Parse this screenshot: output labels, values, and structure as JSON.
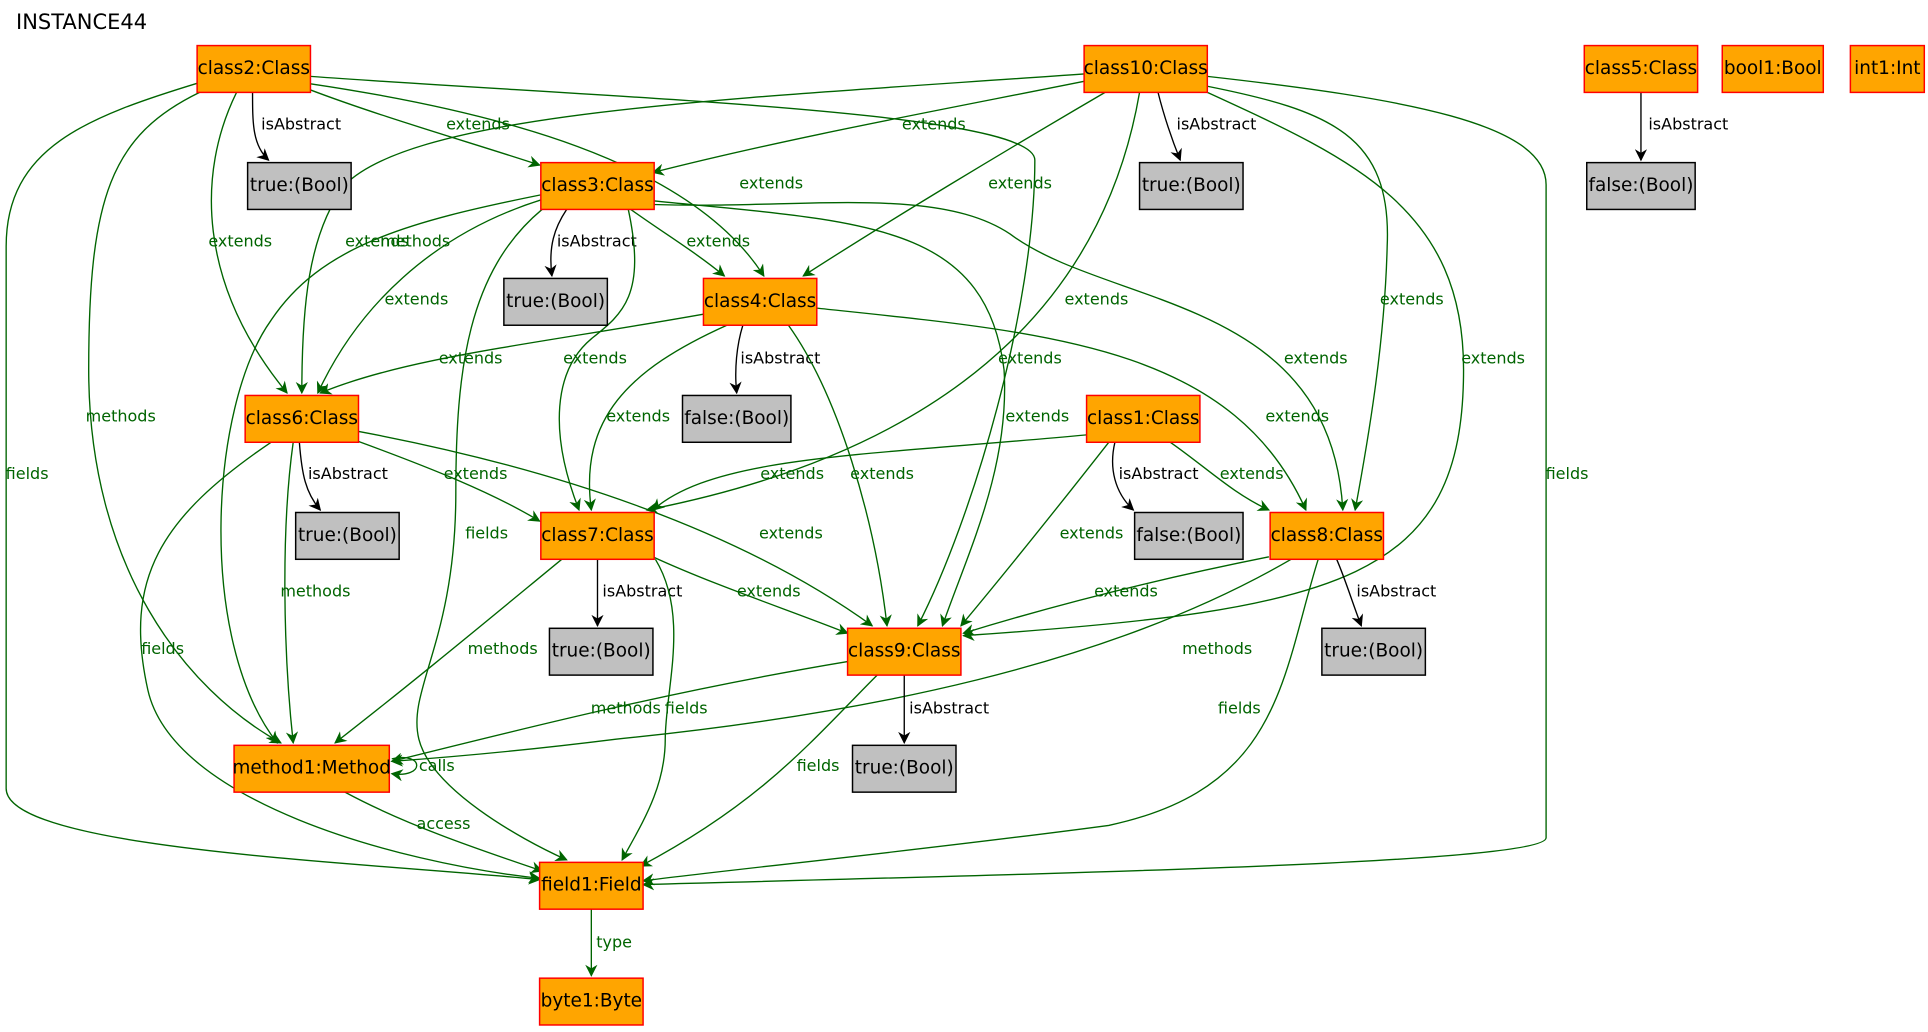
{
  "title": "INSTANCE44",
  "colors": {
    "object_fill": "#ffa500",
    "object_border": "#ff0000",
    "value_fill": "#c0c0c0",
    "value_border": "#000000",
    "reference_edge": "#006400",
    "attribute_edge": "#000000"
  },
  "nodes": [
    {
      "id": "class2",
      "label": "class2:Class",
      "kind": "object"
    },
    {
      "id": "class10",
      "label": "class10:Class",
      "kind": "object"
    },
    {
      "id": "class5",
      "label": "class5:Class",
      "kind": "object"
    },
    {
      "id": "bool1",
      "label": "bool1:Bool",
      "kind": "object"
    },
    {
      "id": "int1",
      "label": "int1:Int",
      "kind": "object"
    },
    {
      "id": "t_class2",
      "label": "true:(Bool)",
      "kind": "value"
    },
    {
      "id": "t_class10",
      "label": "true:(Bool)",
      "kind": "value"
    },
    {
      "id": "f_class5",
      "label": "false:(Bool)",
      "kind": "value"
    },
    {
      "id": "class3",
      "label": "class3:Class",
      "kind": "object"
    },
    {
      "id": "t_class3",
      "label": "true:(Bool)",
      "kind": "value"
    },
    {
      "id": "class4",
      "label": "class4:Class",
      "kind": "object"
    },
    {
      "id": "f_class4",
      "label": "false:(Bool)",
      "kind": "value"
    },
    {
      "id": "class6",
      "label": "class6:Class",
      "kind": "object"
    },
    {
      "id": "class1",
      "label": "class1:Class",
      "kind": "object"
    },
    {
      "id": "t_class6",
      "label": "true:(Bool)",
      "kind": "value"
    },
    {
      "id": "class7",
      "label": "class7:Class",
      "kind": "object"
    },
    {
      "id": "f_class1",
      "label": "false:(Bool)",
      "kind": "value"
    },
    {
      "id": "class8",
      "label": "class8:Class",
      "kind": "object"
    },
    {
      "id": "t_class7",
      "label": "true:(Bool)",
      "kind": "value"
    },
    {
      "id": "class9",
      "label": "class9:Class",
      "kind": "object"
    },
    {
      "id": "t_class8",
      "label": "true:(Bool)",
      "kind": "value"
    },
    {
      "id": "method1",
      "label": "method1:Method",
      "kind": "object"
    },
    {
      "id": "t_class9",
      "label": "true:(Bool)",
      "kind": "value"
    },
    {
      "id": "field1",
      "label": "field1:Field",
      "kind": "object"
    },
    {
      "id": "byte1",
      "label": "byte1:Byte",
      "kind": "object"
    }
  ],
  "edges": [
    {
      "from": "class2",
      "to": "t_class2",
      "label": "isAbstract",
      "kind": "attribute"
    },
    {
      "from": "class2",
      "to": "class3",
      "label": "extends",
      "kind": "reference"
    },
    {
      "from": "class2",
      "to": "class4",
      "label": "extends",
      "kind": "reference"
    },
    {
      "from": "class2",
      "to": "class6",
      "label": "extends",
      "kind": "reference"
    },
    {
      "from": "class2",
      "to": "class9",
      "label": "extends",
      "kind": "reference"
    },
    {
      "from": "class2",
      "to": "method1",
      "label": "methods",
      "kind": "reference"
    },
    {
      "from": "class2",
      "to": "field1",
      "label": "fields",
      "kind": "reference"
    },
    {
      "from": "class10",
      "to": "t_class10",
      "label": "isAbstract",
      "kind": "attribute"
    },
    {
      "from": "class10",
      "to": "class3",
      "label": "extends",
      "kind": "reference"
    },
    {
      "from": "class10",
      "to": "class4",
      "label": "extends",
      "kind": "reference"
    },
    {
      "from": "class10",
      "to": "class6",
      "label": "extends",
      "kind": "reference"
    },
    {
      "from": "class10",
      "to": "class7",
      "label": "extends",
      "kind": "reference"
    },
    {
      "from": "class10",
      "to": "class8",
      "label": "extends",
      "kind": "reference"
    },
    {
      "from": "class10",
      "to": "class9",
      "label": "extends",
      "kind": "reference"
    },
    {
      "from": "class10",
      "to": "field1",
      "label": "fields",
      "kind": "reference"
    },
    {
      "from": "class5",
      "to": "f_class5",
      "label": "isAbstract",
      "kind": "attribute"
    },
    {
      "from": "class3",
      "to": "t_class3",
      "label": "isAbstract",
      "kind": "attribute"
    },
    {
      "from": "class3",
      "to": "class4",
      "label": "extends",
      "kind": "reference"
    },
    {
      "from": "class3",
      "to": "class6",
      "label": "extends",
      "kind": "reference"
    },
    {
      "from": "class3",
      "to": "class7",
      "label": "extends",
      "kind": "reference"
    },
    {
      "from": "class3",
      "to": "class8",
      "label": "extends",
      "kind": "reference"
    },
    {
      "from": "class3",
      "to": "class9",
      "label": "extends",
      "kind": "reference"
    },
    {
      "from": "class3",
      "to": "method1",
      "label": "methods",
      "kind": "reference"
    },
    {
      "from": "class3",
      "to": "field1",
      "label": "fields",
      "kind": "reference"
    },
    {
      "from": "class4",
      "to": "f_class4",
      "label": "isAbstract",
      "kind": "attribute"
    },
    {
      "from": "class4",
      "to": "class6",
      "label": "extends",
      "kind": "reference"
    },
    {
      "from": "class4",
      "to": "class7",
      "label": "extends",
      "kind": "reference"
    },
    {
      "from": "class4",
      "to": "class8",
      "label": "extends",
      "kind": "reference"
    },
    {
      "from": "class4",
      "to": "class9",
      "label": "extends",
      "kind": "reference"
    },
    {
      "from": "class6",
      "to": "t_class6",
      "label": "isAbstract",
      "kind": "attribute"
    },
    {
      "from": "class6",
      "to": "class7",
      "label": "extends",
      "kind": "reference"
    },
    {
      "from": "class6",
      "to": "class9",
      "label": "extends",
      "kind": "reference"
    },
    {
      "from": "class6",
      "to": "method1",
      "label": "methods",
      "kind": "reference"
    },
    {
      "from": "class6",
      "to": "field1",
      "label": "fields",
      "kind": "reference"
    },
    {
      "from": "class1",
      "to": "f_class1",
      "label": "isAbstract",
      "kind": "attribute"
    },
    {
      "from": "class1",
      "to": "class7",
      "label": "extends",
      "kind": "reference"
    },
    {
      "from": "class1",
      "to": "class8",
      "label": "extends",
      "kind": "reference"
    },
    {
      "from": "class1",
      "to": "class9",
      "label": "extends",
      "kind": "reference"
    },
    {
      "from": "class7",
      "to": "t_class7",
      "label": "isAbstract",
      "kind": "attribute"
    },
    {
      "from": "class7",
      "to": "class9",
      "label": "extends",
      "kind": "reference"
    },
    {
      "from": "class7",
      "to": "method1",
      "label": "methods",
      "kind": "reference"
    },
    {
      "from": "class7",
      "to": "field1",
      "label": "fields",
      "kind": "reference"
    },
    {
      "from": "class8",
      "to": "t_class8",
      "label": "isAbstract",
      "kind": "attribute"
    },
    {
      "from": "class8",
      "to": "class9",
      "label": "extends",
      "kind": "reference"
    },
    {
      "from": "class8",
      "to": "method1",
      "label": "methods",
      "kind": "reference"
    },
    {
      "from": "class8",
      "to": "field1",
      "label": "fields",
      "kind": "reference"
    },
    {
      "from": "class9",
      "to": "t_class9",
      "label": "isAbstract",
      "kind": "attribute"
    },
    {
      "from": "class9",
      "to": "method1",
      "label": "methods",
      "kind": "reference"
    },
    {
      "from": "class9",
      "to": "field1",
      "label": "fields",
      "kind": "reference"
    },
    {
      "from": "method1",
      "to": "method1",
      "label": "calls",
      "kind": "reference"
    },
    {
      "from": "method1",
      "to": "field1",
      "label": "access",
      "kind": "reference"
    },
    {
      "from": "field1",
      "to": "byte1",
      "label": "type",
      "kind": "reference"
    }
  ]
}
